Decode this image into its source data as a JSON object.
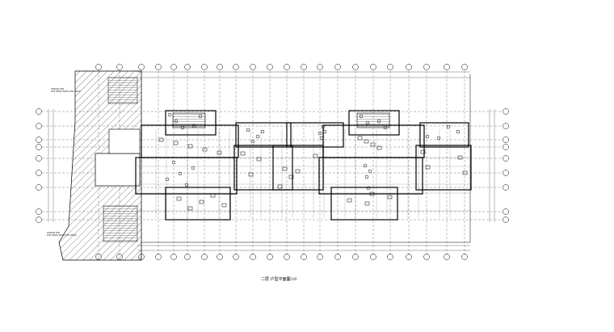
{
  "drawing": {
    "title": "二层 户型平面图",
    "scale": "1:100",
    "annotation_top": [
      "WWWW WW",
      "WW WWW WWW WW WWW"
    ],
    "annotation_bottom": [
      "WWWW WW",
      "WW WWW WWW WW WWW"
    ]
  },
  "colors": {
    "paper": "#ffffff",
    "wall": "#000000",
    "axis": "#666666",
    "hatch": "#333333"
  }
}
